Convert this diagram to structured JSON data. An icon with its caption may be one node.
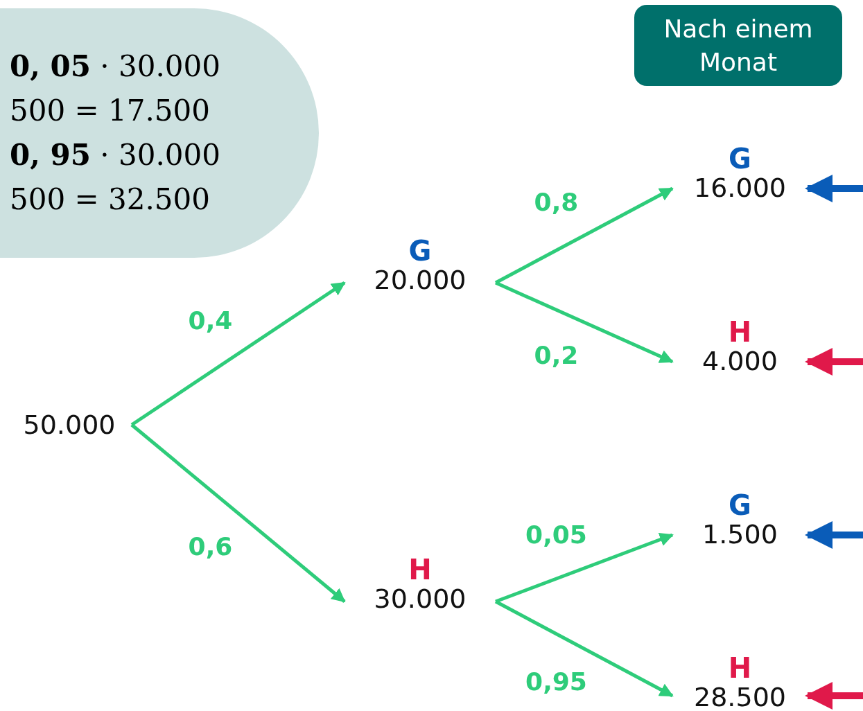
{
  "diagram": {
    "nodes": [
      {
        "text": [
          "**0, 05** · 30.000",
          "500 = 17.500",
          "**0, 95** · 30.000",
          "500 = 32.500"
        ]
      },
      {
        "text": [
          "Nach einem Monat"
        ]
      },
      {
        "text": [
          "50.000"
        ]
      },
      {
        "text": [
          "G",
          "20.000"
        ]
      },
      {
        "text": [
          "H",
          "30.000"
        ]
      },
      {
        "text": [
          "G",
          "16.000"
        ]
      },
      {
        "text": [
          "H",
          "4.000"
        ]
      },
      {
        "text": [
          "G",
          "1.500"
        ]
      },
      {
        "text": [
          "H",
          "28.500"
        ]
      }
    ],
    "edges": [
      {
        "from": 2,
        "to": 3,
        "arrow": "to",
        "label": "0,4"
      },
      {
        "from": 2,
        "to": 4,
        "arrow": "to",
        "label": "0,6"
      },
      {
        "from": 3,
        "to": 5,
        "arrow": "to",
        "label": "0,8"
      },
      {
        "from": 3,
        "to": 6,
        "arrow": "to",
        "label": "0,2"
      },
      {
        "from": 4,
        "to": 7,
        "arrow": "to",
        "label": "0,05"
      },
      {
        "from": 4,
        "to": 8,
        "arrow": "to",
        "label": "0,95"
      },
      {
        "from": null,
        "to": 5,
        "arrow": "to",
        "color": "#0a5cb8",
        "style": "thick"
      },
      {
        "from": null,
        "to": 6,
        "arrow": "to",
        "color": "#e0194a",
        "style": "thick"
      },
      {
        "from": null,
        "to": 7,
        "arrow": "to",
        "color": "#0a5cb8",
        "style": "thick"
      },
      {
        "from": null,
        "to": 8,
        "arrow": "to",
        "color": "#e0194a",
        "style": "thick"
      }
    ]
  }
}
